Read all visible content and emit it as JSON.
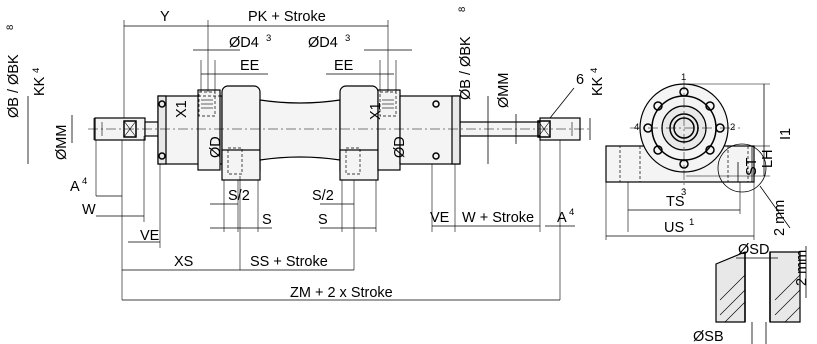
{
  "labels": {
    "Y": "Y",
    "PK_stroke": "PK + Stroke",
    "D4_left": "ØD4",
    "D4_left_sup": "3",
    "D4_right": "ØD4",
    "D4_right_sup": "3",
    "EE_left": "EE",
    "EE_right": "EE",
    "B_BK_left": "ØB / ØBK",
    "B_BK_left_sup": "8",
    "KK_left": "KK",
    "KK_left_sup": "4",
    "MM_left": "ØMM",
    "X1_left": "X1",
    "D_left": "ØD",
    "X1_right": "X1",
    "D_right": "ØD",
    "B_BK_right": "ØB / ØBK",
    "B_BK_right_sup": "8",
    "MM_right": "ØMM",
    "num6": "6",
    "KK_right": "KK",
    "KK_right_sup": "4",
    "A_left": "A",
    "A_left_sup": "4",
    "W": "W",
    "VE_left": "VE",
    "S2_left": "S/2",
    "S_left": "S",
    "S2_right": "S/2",
    "S_right": "S",
    "VE_right": "VE",
    "W_stroke": "W + Stroke",
    "A_right": "A",
    "A_right_sup": "4",
    "XS": "XS",
    "SS_stroke": "SS + Stroke",
    "ZM": "ZM + 2 x Stroke",
    "side1": "1",
    "side2": "2",
    "side3": "3",
    "side4": "4",
    "I1": "I1",
    "LH": "LH",
    "ST": "ST",
    "TS": "TS",
    "US": "US",
    "US_sup": "1",
    "two_mm_a": "2 mm",
    "two_mm_b": "2 mm",
    "SD": "ØSD",
    "SB": "ØSB"
  }
}
